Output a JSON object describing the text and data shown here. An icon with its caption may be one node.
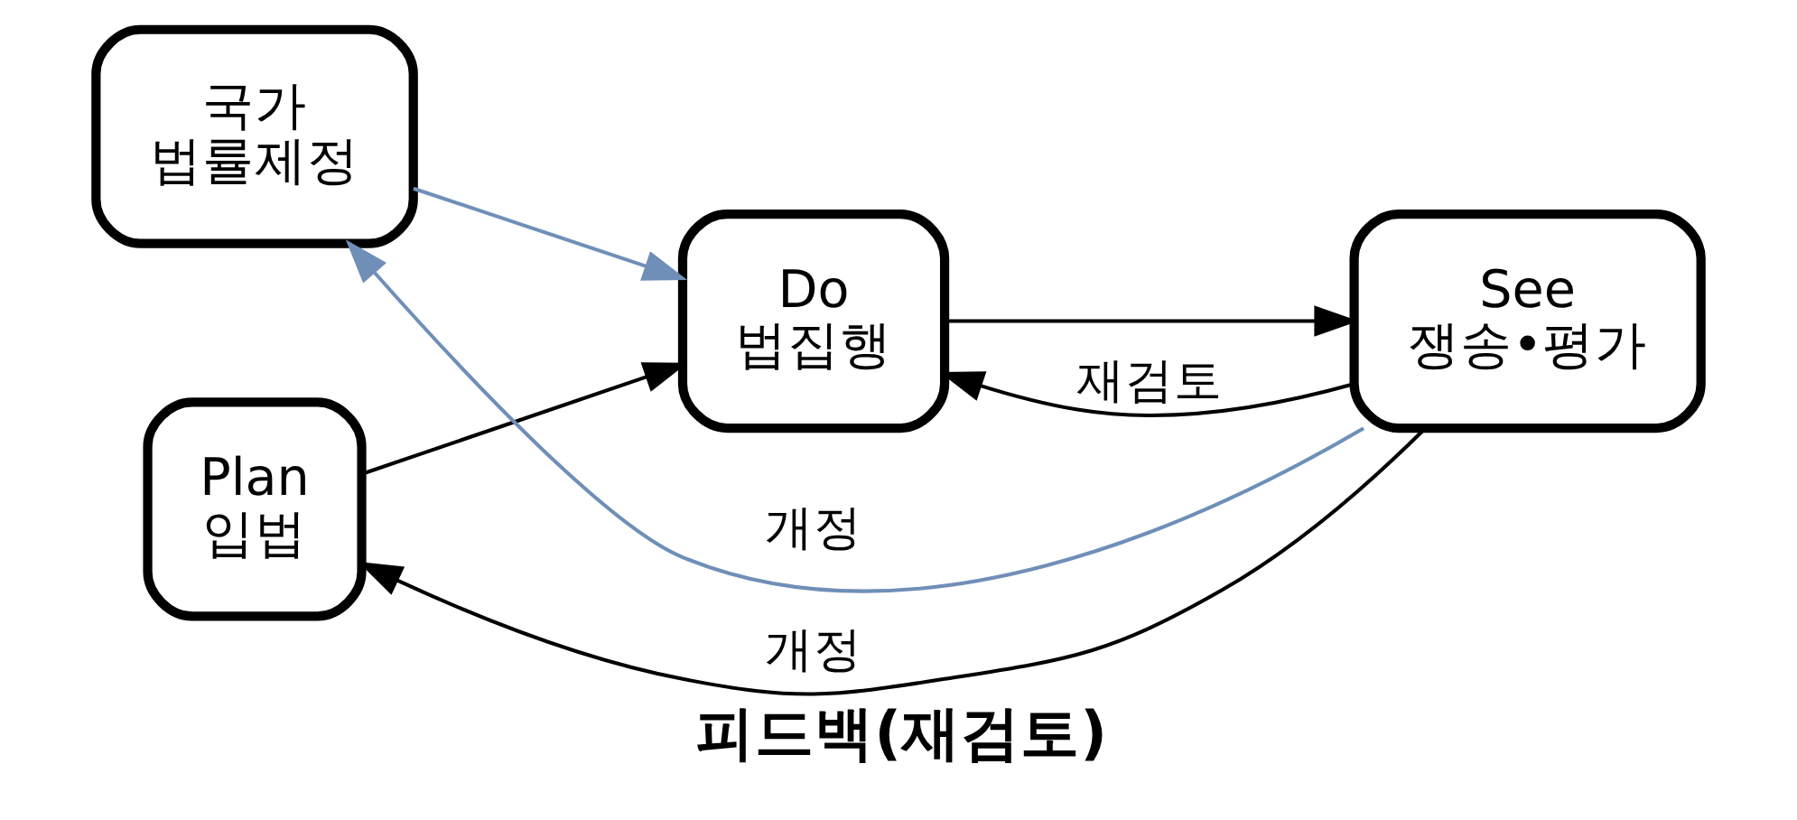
{
  "diagram": {
    "caption": "피드백(재검토)",
    "nodes": [
      {
        "text": [
          "국가",
          "법률제정"
        ]
      },
      {
        "text": [
          "Plan",
          "입법"
        ]
      },
      {
        "text": [
          "Do",
          "법집행"
        ]
      },
      {
        "text": [
          "See",
          "쟁송•평가"
        ]
      }
    ],
    "edges": [
      {
        "from": 0,
        "to": 2,
        "arrow": "to",
        "color": "#6f8fb8"
      },
      {
        "from": 1,
        "to": 2,
        "arrow": "to"
      },
      {
        "from": 2,
        "to": 3,
        "arrow": "to"
      },
      {
        "from": 3,
        "to": 2,
        "arrow": "to",
        "label": "재검토"
      },
      {
        "from": 3,
        "to": 1,
        "arrow": "to",
        "label": "개정"
      },
      {
        "from": 3,
        "to": 0,
        "arrow": "to",
        "label": "개정",
        "color": "#6f8fb8"
      }
    ]
  }
}
